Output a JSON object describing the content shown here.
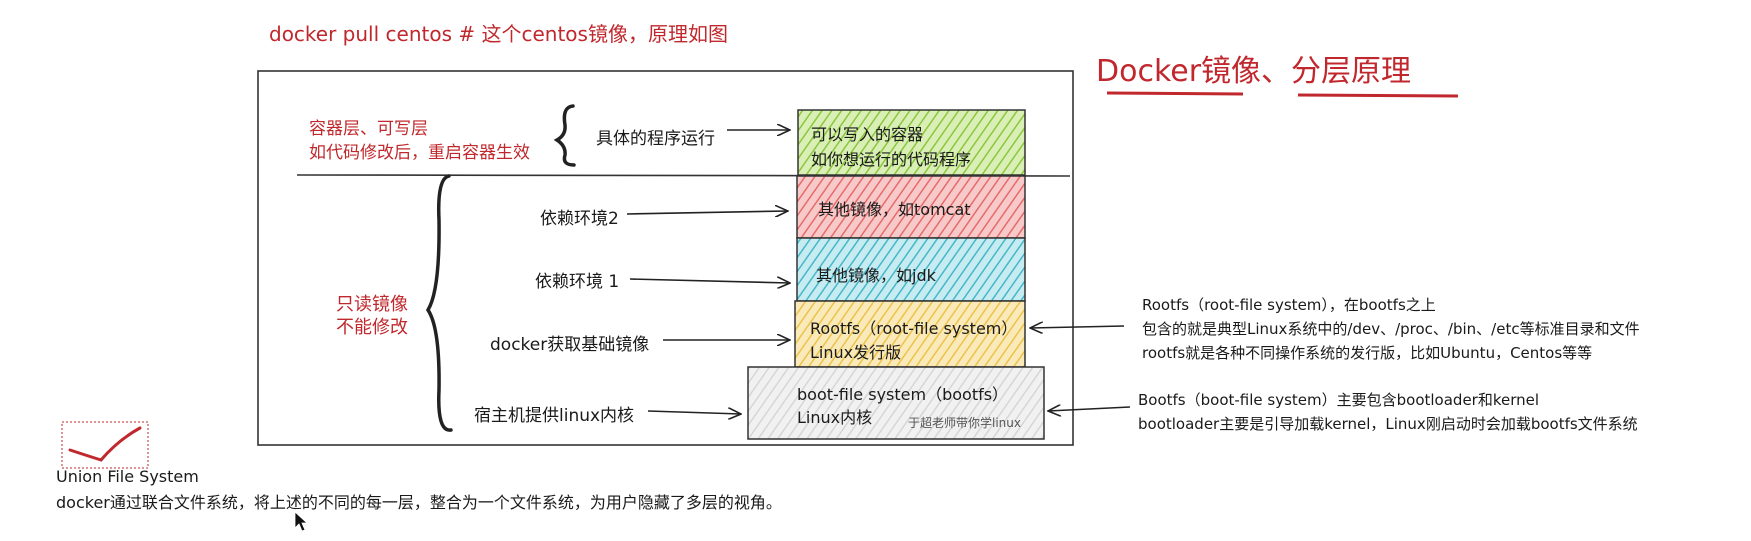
{
  "header": {
    "command": "docker pull centos   # 这个centos镜像，原理如图",
    "title": "Docker镜像、分层原理"
  },
  "left": {
    "container_line1": "容器层、可写层",
    "container_line2": "如代码修改后，重启容器生效",
    "readonly_line1": "只读镜像",
    "readonly_line2": "不能修改"
  },
  "arrows": {
    "a1": "具体的程序运行",
    "a2": "依赖环境2",
    "a3": "依赖环境 1",
    "a4": "docker获取基础镜像",
    "a5": "宿主机提供linux内核"
  },
  "layers": {
    "l1_line1": "可以写入的容器",
    "l1_line2": "如你想运行的代码程序",
    "l2": "其他镜像，如tomcat",
    "l3": "其他镜像，如jdk",
    "l4_line1": "Rootfs（root-file system）",
    "l4_line2": "Linux发行版",
    "l5_line1": "boot-file system（bootfs）",
    "l5_line2": "Linux内核",
    "l5_watermark": "于超老师带你学linux"
  },
  "right": {
    "rootfs1": "Rootfs（root-file system），在bootfs之上",
    "rootfs2": "包含的就是典型Linux系统中的/dev、/proc、/bin、/etc等标准目录和文件",
    "rootfs3": "rootfs就是各种不同操作系统的发行版，比如Ubuntu，Centos等等",
    "bootfs1": "Bootfs（boot-file system）主要包含bootloader和kernel",
    "bootfs2": "bootloader主要是引导加载kernel，Linux刚启动时会加载bootfs文件系统"
  },
  "bottom": {
    "ufs_title": "Union File System",
    "ufs_desc": "docker通过联合文件系统，将上述的不同的每一层，整合为一个文件系统，为用户隐藏了多层的视角。"
  },
  "colors": {
    "green": "#b7dd7a",
    "pink": "#f29a9a",
    "teal": "#8fd3df",
    "yellow": "#f3d57a",
    "grey": "#e6e6e6",
    "red": "#c0282d"
  }
}
